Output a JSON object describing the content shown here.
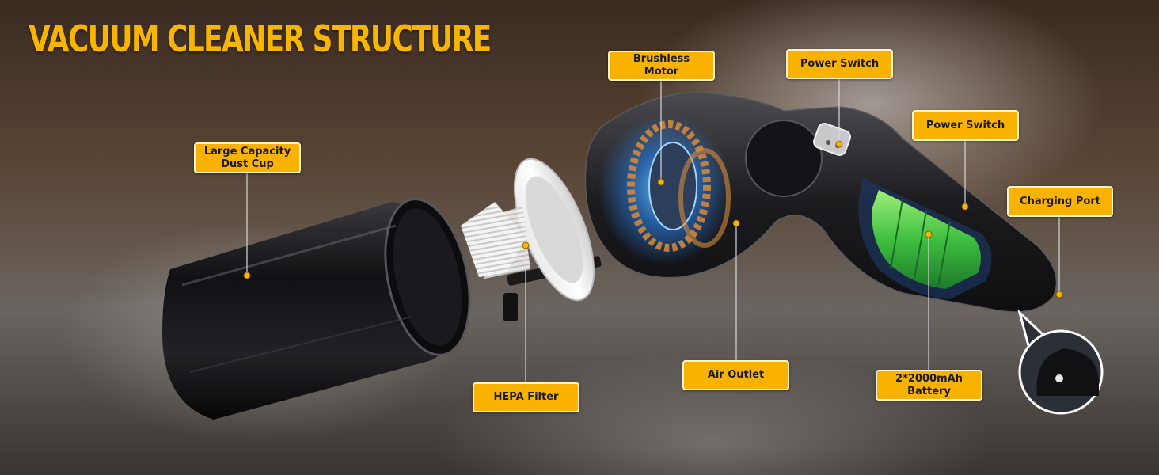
{
  "title": "VACUUM CLEANER STRUCTURE",
  "labels": {
    "dust_cup_line1": "Large Capacity",
    "dust_cup_line2": "Dust Cup",
    "hepa_filter": "HEPA Filter",
    "brushless_motor": "Brushless Motor",
    "air_outlet": "Air Outlet",
    "power_switch_top": "Power Switch",
    "power_switch_body": "Power Switch",
    "charging_port": "Charging Port",
    "battery_line1": "2*2000mAh",
    "battery_line2": "Battery"
  },
  "colors": {
    "accent": "#f9b200",
    "title": "#f7b500",
    "battery": "#3fbf3f",
    "motor_glow": "#2a8cff"
  }
}
